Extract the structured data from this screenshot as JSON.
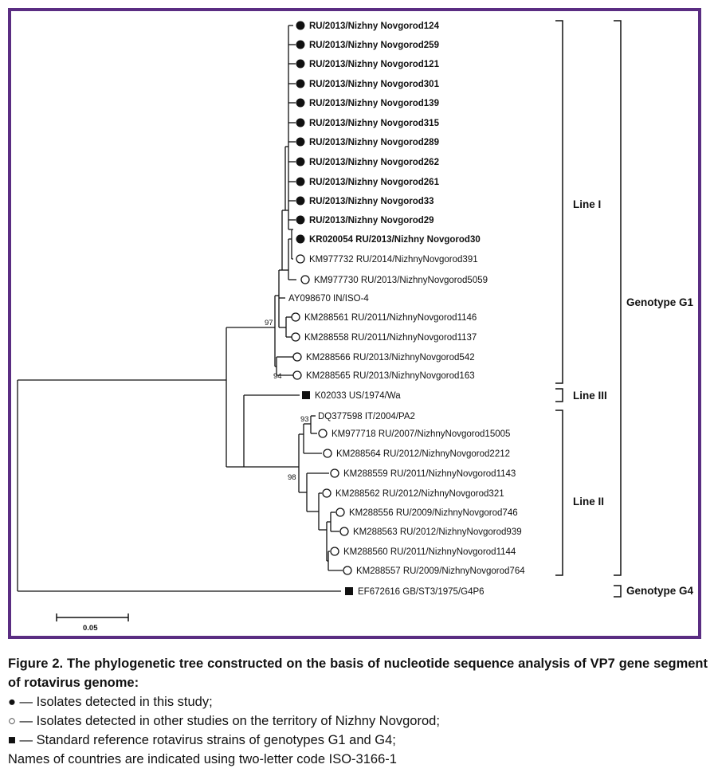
{
  "tree": {
    "leaves": [
      {
        "label": "RU/2013/Nizhny Novgorod124",
        "marker": "filled-circle",
        "bold": true
      },
      {
        "label": "RU/2013/Nizhny Novgorod259",
        "marker": "filled-circle",
        "bold": true
      },
      {
        "label": "RU/2013/Nizhny Novgorod121",
        "marker": "filled-circle",
        "bold": true
      },
      {
        "label": "RU/2013/Nizhny Novgorod301",
        "marker": "filled-circle",
        "bold": true
      },
      {
        "label": "RU/2013/Nizhny Novgorod139",
        "marker": "filled-circle",
        "bold": true
      },
      {
        "label": "RU/2013/Nizhny Novgorod315",
        "marker": "filled-circle",
        "bold": true
      },
      {
        "label": "RU/2013/Nizhny Novgorod289",
        "marker": "filled-circle",
        "bold": true
      },
      {
        "label": "RU/2013/Nizhny Novgorod262",
        "marker": "filled-circle",
        "bold": true
      },
      {
        "label": "RU/2013/Nizhny Novgorod261",
        "marker": "filled-circle",
        "bold": true
      },
      {
        "label": "RU/2013/Nizhny Novgorod33",
        "marker": "filled-circle",
        "bold": true
      },
      {
        "label": "RU/2013/Nizhny Novgorod29",
        "marker": "filled-circle",
        "bold": true
      },
      {
        "label": "KR020054 RU/2013/Nizhny Novgorod30",
        "marker": "filled-circle",
        "bold": true
      },
      {
        "label": "KM977732 RU/2014/NizhnyNovgorod391",
        "marker": "open-circle",
        "bold": false
      },
      {
        "label": "KM977730 RU/2013/NizhnyNovgorod5059",
        "marker": "open-circle",
        "bold": false
      },
      {
        "label": "AY098670 IN/ISO-4",
        "marker": "none",
        "bold": false
      },
      {
        "label": "KM288561 RU/2011/NizhnyNovgorod1146",
        "marker": "open-circle",
        "bold": false
      },
      {
        "label": "KM288558 RU/2011/NizhnyNovgorod1137",
        "marker": "open-circle",
        "bold": false
      },
      {
        "label": "KM288566 RU/2013/NizhnyNovgorod542",
        "marker": "open-circle",
        "bold": false
      },
      {
        "label": "KM288565 RU/2013/NizhnyNovgorod163",
        "marker": "open-circle",
        "bold": false
      },
      {
        "label": "K02033 US/1974/Wa",
        "marker": "filled-square",
        "bold": false
      },
      {
        "label": "DQ377598 IT/2004/PA2",
        "marker": "none",
        "bold": false
      },
      {
        "label": "KM977718 RU/2007/NizhnyNovgorod15005",
        "marker": "open-circle",
        "bold": false
      },
      {
        "label": "KM288564 RU/2012/NizhnyNovgorod2212",
        "marker": "open-circle",
        "bold": false
      },
      {
        "label": "KM288559 RU/2011/NizhnyNovgorod1143",
        "marker": "open-circle",
        "bold": false
      },
      {
        "label": "KM288562 RU/2012/NizhnyNovgorod321",
        "marker": "open-circle",
        "bold": false
      },
      {
        "label": "KM288556 RU/2009/NizhnyNovgorod746",
        "marker": "open-circle",
        "bold": false
      },
      {
        "label": "KM288563 RU/2012/NizhnyNovgorod939",
        "marker": "open-circle",
        "bold": false
      },
      {
        "label": "KM288560 RU/2011/NizhnyNovgorod1144",
        "marker": "open-circle",
        "bold": false
      },
      {
        "label": "KM288557 RU/2009/NizhnyNovgorod764",
        "marker": "open-circle",
        "bold": false
      },
      {
        "label": "EF672616 GB/ST3/1975/G4P6",
        "marker": "filled-square",
        "bold": false
      }
    ],
    "bootstrap_values": [
      "97",
      "94",
      "93",
      "98"
    ],
    "groups": {
      "line_1": "Line I",
      "line_3": "Line III",
      "line_2": "Line II",
      "genotype_g1": "Genotype G1",
      "genotype_g4": "Genotype G4"
    },
    "scale_bar_label": "0.05"
  },
  "caption": {
    "title": "Figure 2. The phylogenetic tree constructed on the basis of nucleotide sequence analysis of VP7 gene segment of rotavirus genome:",
    "legend": [
      "● — Isolates detected in this study;",
      "○ — Isolates detected in other studies on the territory of Nizhny Novgorod;",
      "■ — Standard reference rotavirus strains of genotypes G1 and G4;",
      "Names of countries are indicated using two-letter code ISO-3166-1"
    ]
  },
  "colors": {
    "frame": "#5a2d82",
    "ink": "#111111"
  }
}
